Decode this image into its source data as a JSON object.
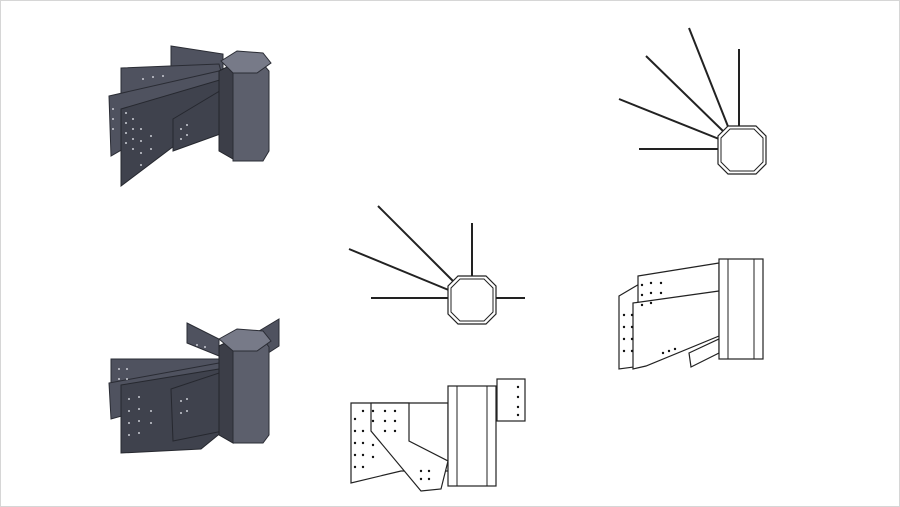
{
  "figure": {
    "background": "#ffffff",
    "border_color": "#d6d6d6",
    "steel_color": "#4f525f",
    "line_color": "#222222"
  },
  "views": [
    {
      "id": "iso-view-top",
      "kind": "3d-render",
      "plates": 4
    },
    {
      "id": "plan-view-top",
      "kind": "plan",
      "members": 5
    },
    {
      "id": "plan-view-center",
      "kind": "plan",
      "members": 5
    },
    {
      "id": "iso-view-bottom",
      "kind": "3d-render",
      "plates": 4
    },
    {
      "id": "elevation-view-right",
      "kind": "elevation"
    },
    {
      "id": "elevation-view-bottom",
      "kind": "elevation"
    }
  ]
}
